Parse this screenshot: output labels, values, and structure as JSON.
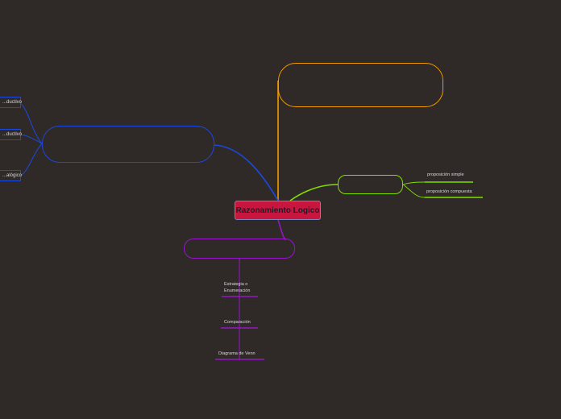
{
  "central_topic": "Razonamiento Logico",
  "colors": {
    "background": "#2f2a28",
    "central_fill": "#c8163f",
    "orange": "#f39a00",
    "blue": "#1b49e0",
    "green": "#7fe000",
    "purple": "#9516c8"
  },
  "branches": {
    "orange": {
      "lines": [
        "",
        "",
        "",
        ""
      ]
    },
    "blue": {
      "lines": [
        "",
        "",
        ""
      ],
      "children": [
        "...ductivo",
        "...ductivo",
        "...alógico"
      ]
    },
    "green": {
      "label": "",
      "children": [
        "proposición simple",
        "proposición compuesta"
      ]
    },
    "purple": {
      "label": "",
      "children": [
        {
          "lines": [
            "Estrategia o",
            "Enumeración"
          ]
        },
        {
          "lines": [
            "Comparación"
          ]
        },
        {
          "lines": [
            "Diagrama de Venn"
          ]
        }
      ]
    }
  }
}
